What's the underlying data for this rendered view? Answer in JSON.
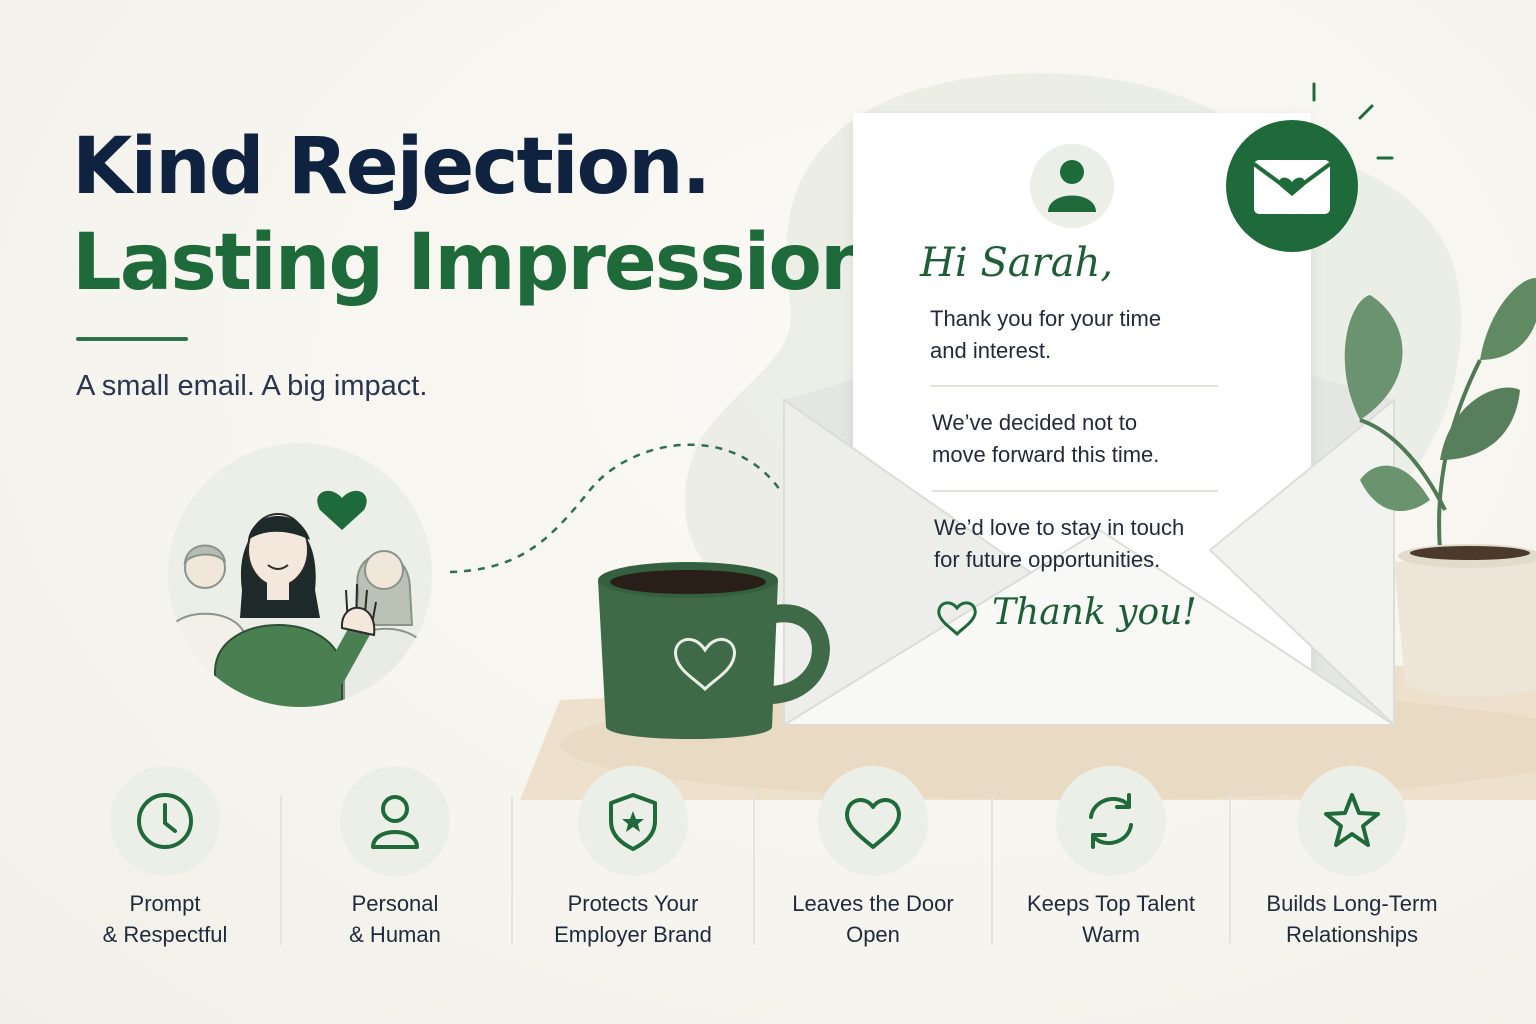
{
  "headline": {
    "line1": "Kind Rejection.",
    "line2": "Lasting Impression.",
    "subtitle": "A small email. A big impact."
  },
  "letter": {
    "greeting": "Hi Sarah,",
    "p1_l1": "Thank you for your time",
    "p1_l2": "and interest.",
    "p2_l1": "We’ve decided not to",
    "p2_l2": "move forward this time.",
    "p3_l1": "We’d love to stay in touch",
    "p3_l2": "for future opportunities.",
    "signoff": "Thank you!"
  },
  "features": [
    {
      "icon": "clock-icon",
      "line1": "Prompt",
      "line2": "& Respectful"
    },
    {
      "icon": "person-icon",
      "line1": "Personal",
      "line2": "& Human"
    },
    {
      "icon": "shield-star-icon",
      "line1": "Protects Your",
      "line2": "Employer Brand"
    },
    {
      "icon": "heart-icon",
      "line1": "Leaves the Door",
      "line2": "Open"
    },
    {
      "icon": "refresh-icon",
      "line1": "Keeps Top Talent",
      "line2": "Warm"
    },
    {
      "icon": "star-icon",
      "line1": "Builds Long-Term",
      "line2": "Relationships"
    }
  ],
  "colors": {
    "brand_green": "#1e6a3b",
    "navy": "#0f2240",
    "mug_green": "#3e6a48",
    "background": "#f7f5f0"
  }
}
